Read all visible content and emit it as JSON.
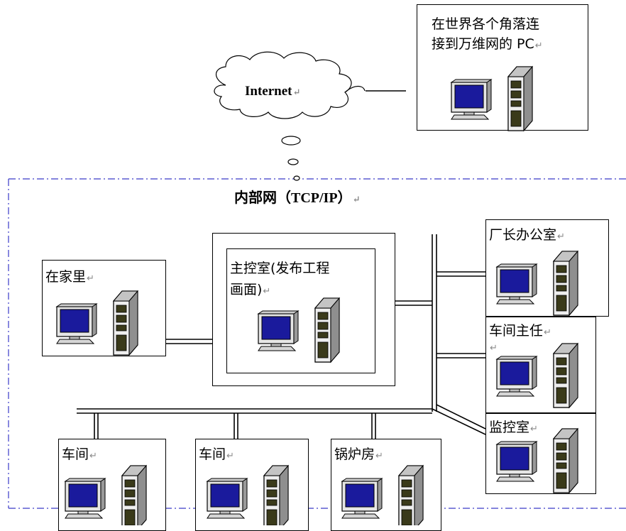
{
  "cloud": {
    "label": "Internet",
    "mark": "↵"
  },
  "network_title": "内部网（TCP/IP）",
  "return_mark": "↵",
  "nodes": {
    "remote": {
      "line1": "在世界各个角落连",
      "line2": "接到万维网的 PC"
    },
    "home": {
      "label": "在家里"
    },
    "control": {
      "line1": "主控室(发布工程",
      "line2": "画面)"
    },
    "director": {
      "label": "厂长办公室"
    },
    "workshop_head": {
      "label": "车间主任"
    },
    "monitor": {
      "label": "监控室"
    },
    "workshop1": {
      "label": "车间"
    },
    "workshop2": {
      "label": "车间"
    },
    "boiler": {
      "label": "锅炉房"
    }
  },
  "colors": {
    "screen": "#1a1a9c",
    "frame": "#000000",
    "tower_dark": "#3a3a1a",
    "dash_border": "#3a3ac8"
  },
  "icons": [
    "cloud-icon",
    "computer-icon"
  ]
}
